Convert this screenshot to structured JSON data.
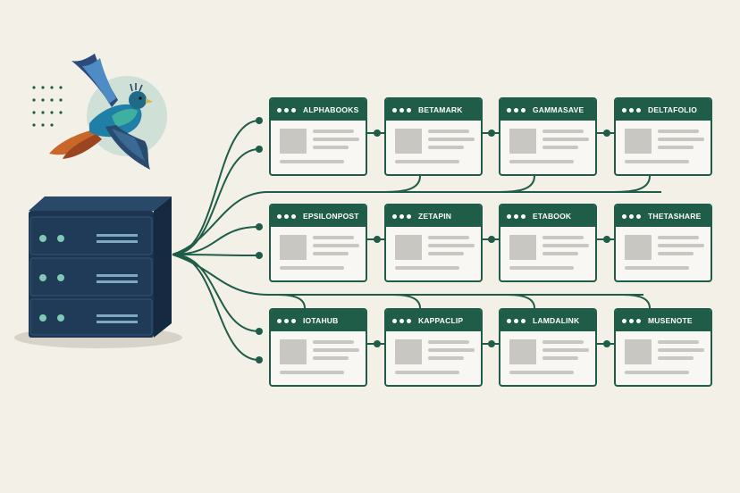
{
  "sites": [
    {
      "id": "alphabooks",
      "label": "ALPHABOOKS"
    },
    {
      "id": "betamark",
      "label": "BETAMARK"
    },
    {
      "id": "gammasave",
      "label": "GAMMASAVE"
    },
    {
      "id": "deltafolio",
      "label": "DELTAFOLIO"
    },
    {
      "id": "epsilonpost",
      "label": "EPSILONPOST"
    },
    {
      "id": "zetapin",
      "label": "ZETAPIN"
    },
    {
      "id": "etabook",
      "label": "ETABOOK"
    },
    {
      "id": "thetashare",
      "label": "THETASHARE"
    },
    {
      "id": "iotahub",
      "label": "IOTAHUB"
    },
    {
      "id": "kappaclip",
      "label": "KAPPACLIP"
    },
    {
      "id": "lamdalink",
      "label": "LAMDALINK"
    },
    {
      "id": "musenote",
      "label": "MUSENOTE"
    }
  ],
  "colors": {
    "background": "#f3f0e7",
    "accent_green": "#1f5d48",
    "server_navy": "#1d3550",
    "server_led": "#7fc9b5",
    "placeholder_gray": "#c8c7c2"
  },
  "icons": [
    "bird-illustration",
    "server-rack-icon"
  ]
}
